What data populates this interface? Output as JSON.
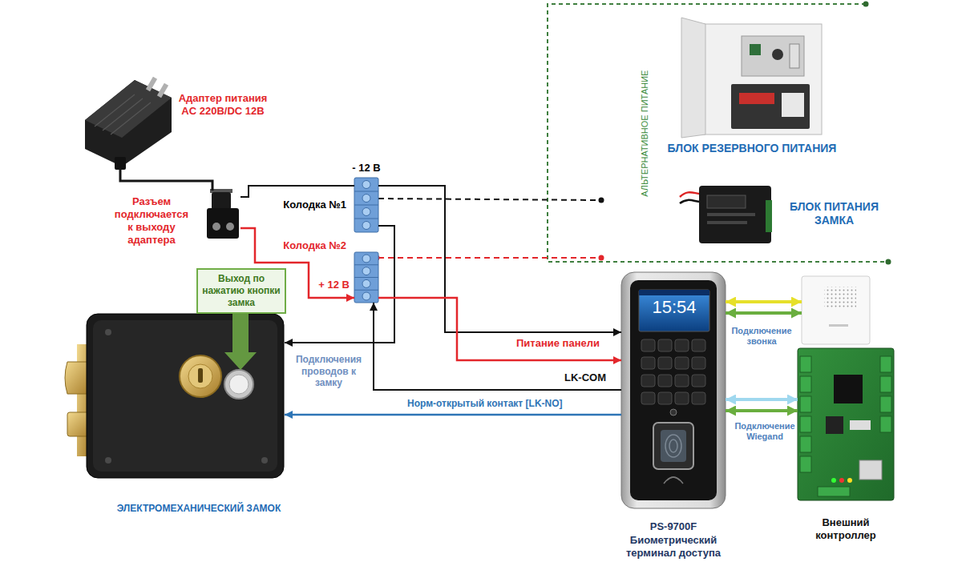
{
  "diagram": {
    "nodes": [
      {
        "text": [
          "Адаптер питания AC 220В/DC 12В"
        ]
      },
      {
        "text": [
          "Разъем подключается к выходу адаптера"
        ]
      },
      {
        "text": [
          "- 12 В",
          "Колодка №1"
        ]
      },
      {
        "text": [
          "Колодка №2",
          "+ 12 В"
        ]
      },
      {
        "text": [
          "Выход по нажатию кнопки замка"
        ]
      },
      {
        "text": [
          "ЭЛЕКТРОМЕХАНИЧЕСКИЙ ЗАМОК"
        ]
      },
      {
        "text": [
          "PS-9700F",
          "Биометрический терминал доступа"
        ]
      },
      {
        "text": [
          "БЛОК РЕЗЕРВНОГО ПИТАНИЯ"
        ]
      },
      {
        "text": [
          "БЛОК ПИТАНИЯ ЗАМКА"
        ]
      },
      {
        "text": [
          "Подключение звонка"
        ]
      },
      {
        "text": [
          "Внешний контроллер"
        ]
      }
    ],
    "edges": [
      {
        "from": 0,
        "to": 1,
        "arrow": "none"
      },
      {
        "from": 1,
        "to": 2,
        "arrow": "none"
      },
      {
        "from": 1,
        "to": 3,
        "arrow": "to"
      },
      {
        "from": 2,
        "to": 5,
        "arrow": "to"
      },
      {
        "from": 2,
        "to": 6,
        "arrow": "to"
      },
      {
        "from": 3,
        "to": 6,
        "label": "Питание панели",
        "arrow": "to"
      },
      {
        "from": 6,
        "to": 3,
        "label": "LK-COM",
        "arrow": "to"
      },
      {
        "from": 6,
        "to": 5,
        "label": "Норм-открытый контакт [LK-NO]",
        "arrow": "to"
      },
      {
        "from": 6,
        "to": 9,
        "arrow": "both"
      },
      {
        "from": 6,
        "to": 10,
        "label": "Подключение Wiegand",
        "arrow": "both"
      }
    ],
    "labels": [
      "Подключения проводов к замку",
      "АЛЬТЕРНАТИВНОЕ ПИТАНИЕ",
      "15:54"
    ]
  }
}
